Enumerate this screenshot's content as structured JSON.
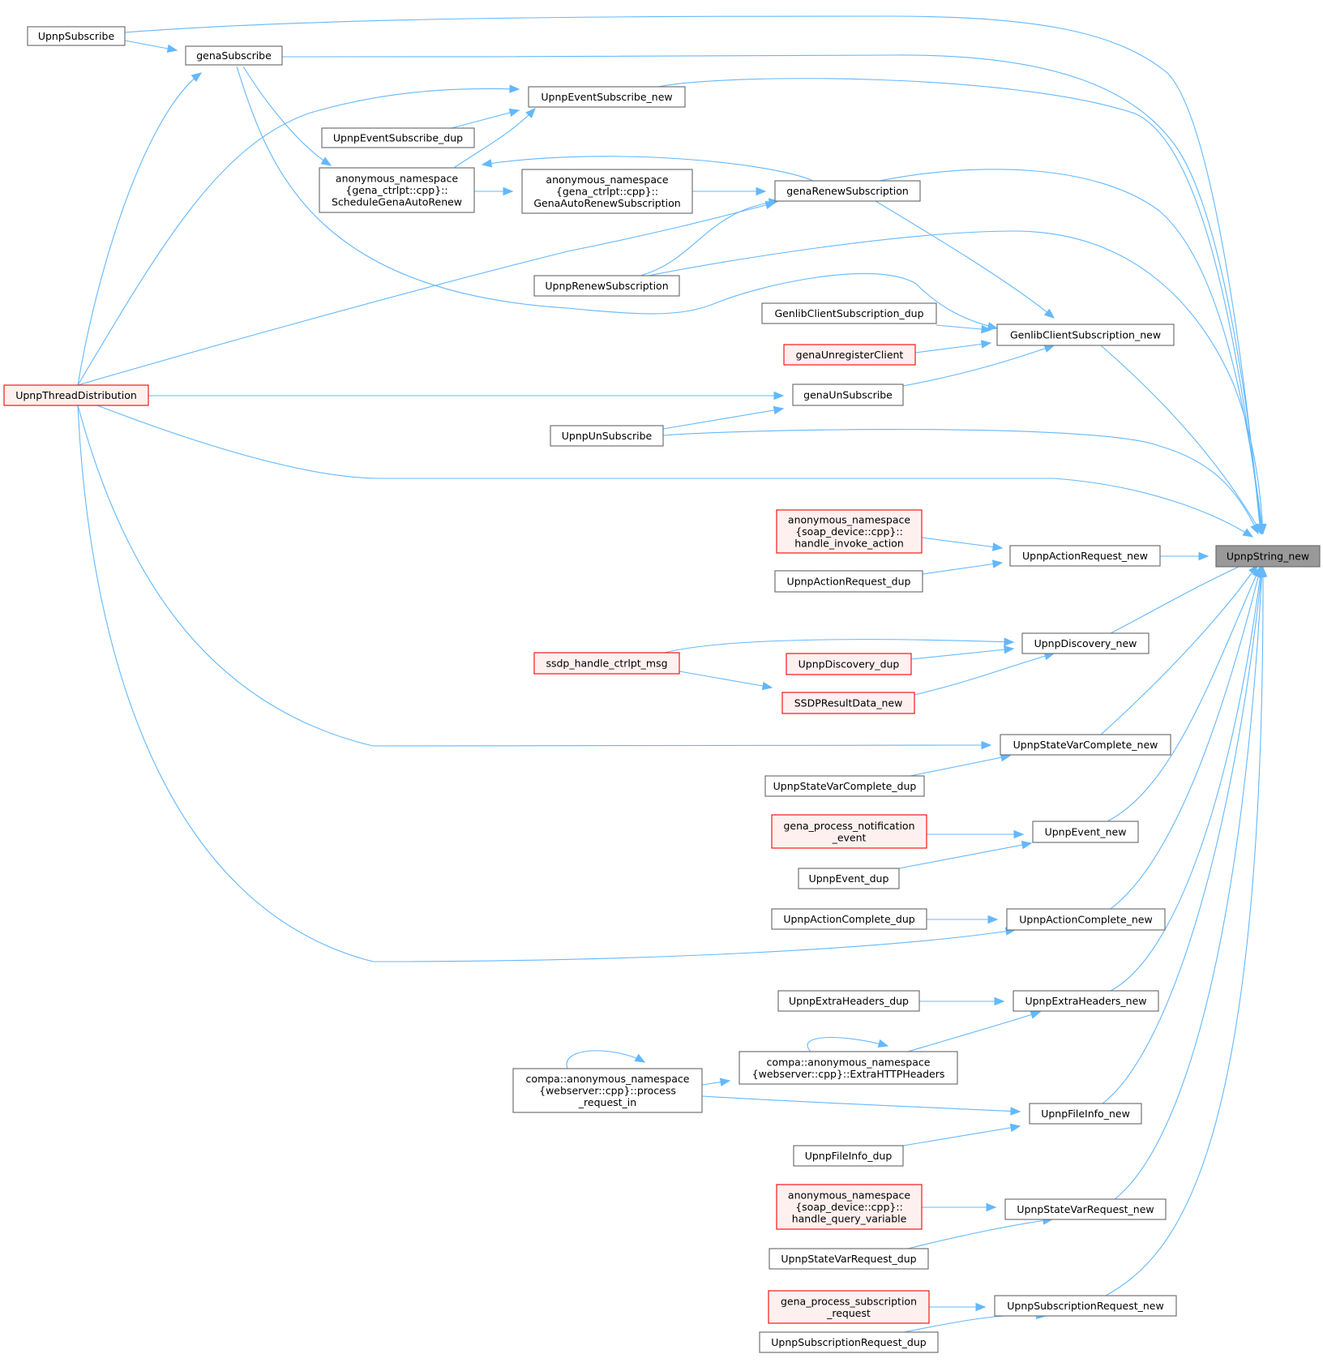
{
  "graph": {
    "nodes": {
      "upnp_string_new": {
        "lines": [
          "UpnpString_new"
        ],
        "style": "focus"
      },
      "upnp_subscribe": {
        "lines": [
          "UpnpSubscribe"
        ],
        "style": "normal"
      },
      "gena_subscribe": {
        "lines": [
          "genaSubscribe"
        ],
        "style": "normal"
      },
      "upnp_event_subscribe_new": {
        "lines": [
          "UpnpEventSubscribe_new"
        ],
        "style": "normal"
      },
      "upnp_event_subscribe_dup": {
        "lines": [
          "UpnpEventSubscribe_dup"
        ],
        "style": "normal"
      },
      "schedule_gena_auto_renew": {
        "lines": [
          "anonymous_namespace",
          "{gena_ctrlpt::cpp}::",
          "ScheduleGenaAutoRenew"
        ],
        "style": "normal"
      },
      "gena_auto_renew_subscription": {
        "lines": [
          "anonymous_namespace",
          "{gena_ctrlpt::cpp}::",
          "GenaAutoRenewSubscription"
        ],
        "style": "normal"
      },
      "gena_renew_subscription": {
        "lines": [
          "genaRenewSubscription"
        ],
        "style": "normal"
      },
      "upnp_renew_subscription": {
        "lines": [
          "UpnpRenewSubscription"
        ],
        "style": "normal"
      },
      "genlib_client_subscription_dup": {
        "lines": [
          "GenlibClientSubscription_dup"
        ],
        "style": "normal"
      },
      "genlib_client_subscription_new": {
        "lines": [
          "GenlibClientSubscription_new"
        ],
        "style": "normal"
      },
      "gena_unregister_client": {
        "lines": [
          "genaUnregisterClient"
        ],
        "style": "truncated"
      },
      "upnp_thread_distribution": {
        "lines": [
          "UpnpThreadDistribution"
        ],
        "style": "truncated"
      },
      "gena_unsubscribe": {
        "lines": [
          "genaUnSubscribe"
        ],
        "style": "normal"
      },
      "upnp_unsubscribe": {
        "lines": [
          "UpnpUnSubscribe"
        ],
        "style": "normal"
      },
      "handle_invoke_action": {
        "lines": [
          "anonymous_namespace",
          "{soap_device::cpp}::",
          "handle_invoke_action"
        ],
        "style": "truncated"
      },
      "upnp_action_request_new": {
        "lines": [
          "UpnpActionRequest_new"
        ],
        "style": "normal"
      },
      "upnp_action_request_dup": {
        "lines": [
          "UpnpActionRequest_dup"
        ],
        "style": "normal"
      },
      "upnp_discovery_new": {
        "lines": [
          "UpnpDiscovery_new"
        ],
        "style": "normal"
      },
      "ssdp_handle_ctrlpt_msg": {
        "lines": [
          "ssdp_handle_ctrlpt_msg"
        ],
        "style": "truncated"
      },
      "upnp_discovery_dup": {
        "lines": [
          "UpnpDiscovery_dup"
        ],
        "style": "truncated"
      },
      "ssdp_result_data_new": {
        "lines": [
          "SSDPResultData_new"
        ],
        "style": "truncated"
      },
      "upnp_state_var_complete_new": {
        "lines": [
          "UpnpStateVarComplete_new"
        ],
        "style": "normal"
      },
      "upnp_state_var_complete_dup": {
        "lines": [
          "UpnpStateVarComplete_dup"
        ],
        "style": "normal"
      },
      "gena_process_notification_event": {
        "lines": [
          "gena_process_notification",
          "_event"
        ],
        "style": "truncated"
      },
      "upnp_event_new": {
        "lines": [
          "UpnpEvent_new"
        ],
        "style": "normal"
      },
      "upnp_event_dup": {
        "lines": [
          "UpnpEvent_dup"
        ],
        "style": "normal"
      },
      "upnp_action_complete_dup": {
        "lines": [
          "UpnpActionComplete_dup"
        ],
        "style": "normal"
      },
      "upnp_action_complete_new": {
        "lines": [
          "UpnpActionComplete_new"
        ],
        "style": "normal"
      },
      "upnp_extra_headers_dup": {
        "lines": [
          "UpnpExtraHeaders_dup"
        ],
        "style": "normal"
      },
      "upnp_extra_headers_new": {
        "lines": [
          "UpnpExtraHeaders_new"
        ],
        "style": "normal"
      },
      "extra_http_headers": {
        "lines": [
          "compa::anonymous_namespace",
          "{webserver::cpp}::ExtraHTTPHeaders"
        ],
        "style": "normal"
      },
      "process_request_in": {
        "lines": [
          "compa::anonymous_namespace",
          "{webserver::cpp}::process",
          "_request_in"
        ],
        "style": "normal"
      },
      "upnp_file_info_new": {
        "lines": [
          "UpnpFileInfo_new"
        ],
        "style": "normal"
      },
      "upnp_file_info_dup": {
        "lines": [
          "UpnpFileInfo_dup"
        ],
        "style": "normal"
      },
      "handle_query_variable": {
        "lines": [
          "anonymous_namespace",
          "{soap_device::cpp}::",
          "handle_query_variable"
        ],
        "style": "truncated"
      },
      "upnp_state_var_request_new": {
        "lines": [
          "UpnpStateVarRequest_new"
        ],
        "style": "normal"
      },
      "upnp_state_var_request_dup": {
        "lines": [
          "UpnpStateVarRequest_dup"
        ],
        "style": "normal"
      },
      "gena_process_subscription_request": {
        "lines": [
          "gena_process_subscription",
          "_request"
        ],
        "style": "truncated"
      },
      "upnp_subscription_request_new": {
        "lines": [
          "UpnpSubscriptionRequest_new"
        ],
        "style": "normal"
      },
      "upnp_subscription_request_dup": {
        "lines": [
          "UpnpSubscriptionRequest_dup"
        ],
        "style": "normal"
      }
    },
    "edges": [
      [
        "upnp_subscribe",
        "upnp_string_new"
      ],
      [
        "gena_subscribe",
        "upnp_string_new"
      ],
      [
        "upnp_event_subscribe_new",
        "upnp_string_new"
      ],
      [
        "gena_renew_subscription",
        "upnp_string_new"
      ],
      [
        "upnp_renew_subscription",
        "upnp_string_new"
      ],
      [
        "genlib_client_subscription_new",
        "upnp_string_new"
      ],
      [
        "upnp_unsubscribe",
        "upnp_string_new"
      ],
      [
        "upnp_thread_distribution",
        "upnp_string_new"
      ],
      [
        "upnp_action_request_new",
        "upnp_string_new"
      ],
      [
        "upnp_discovery_new",
        "upnp_string_new"
      ],
      [
        "upnp_state_var_complete_new",
        "upnp_string_new"
      ],
      [
        "upnp_event_new",
        "upnp_string_new"
      ],
      [
        "upnp_action_complete_new",
        "upnp_string_new"
      ],
      [
        "upnp_extra_headers_new",
        "upnp_string_new"
      ],
      [
        "upnp_file_info_new",
        "upnp_string_new"
      ],
      [
        "upnp_state_var_request_new",
        "upnp_string_new"
      ],
      [
        "upnp_subscription_request_new",
        "upnp_string_new"
      ],
      [
        "upnp_subscribe",
        "gena_subscribe"
      ],
      [
        "upnp_thread_distribution",
        "gena_subscribe"
      ],
      [
        "gena_subscribe",
        "schedule_gena_auto_renew"
      ],
      [
        "gena_subscribe",
        "genlib_client_subscription_new"
      ],
      [
        "upnp_thread_distribution",
        "upnp_event_subscribe_new"
      ],
      [
        "upnp_event_subscribe_dup",
        "upnp_event_subscribe_new"
      ],
      [
        "schedule_gena_auto_renew",
        "upnp_event_subscribe_new"
      ],
      [
        "gena_renew_subscription",
        "schedule_gena_auto_renew"
      ],
      [
        "schedule_gena_auto_renew",
        "gena_auto_renew_subscription"
      ],
      [
        "gena_auto_renew_subscription",
        "gena_renew_subscription"
      ],
      [
        "upnp_renew_subscription",
        "gena_renew_subscription"
      ],
      [
        "upnp_thread_distribution",
        "gena_renew_subscription"
      ],
      [
        "gena_renew_subscription",
        "genlib_client_subscription_new"
      ],
      [
        "genlib_client_subscription_dup",
        "genlib_client_subscription_new"
      ],
      [
        "gena_unregister_client",
        "genlib_client_subscription_new"
      ],
      [
        "gena_unsubscribe",
        "genlib_client_subscription_new"
      ],
      [
        "upnp_thread_distribution",
        "gena_unsubscribe"
      ],
      [
        "upnp_unsubscribe",
        "gena_unsubscribe"
      ],
      [
        "handle_invoke_action",
        "upnp_action_request_new"
      ],
      [
        "upnp_action_request_dup",
        "upnp_action_request_new"
      ],
      [
        "ssdp_handle_ctrlpt_msg",
        "upnp_discovery_new"
      ],
      [
        "upnp_discovery_dup",
        "upnp_discovery_new"
      ],
      [
        "ssdp_result_data_new",
        "upnp_discovery_new"
      ],
      [
        "ssdp_handle_ctrlpt_msg",
        "ssdp_result_data_new"
      ],
      [
        "upnp_thread_distribution",
        "upnp_state_var_complete_new"
      ],
      [
        "upnp_state_var_complete_dup",
        "upnp_state_var_complete_new"
      ],
      [
        "gena_process_notification_event",
        "upnp_event_new"
      ],
      [
        "upnp_event_dup",
        "upnp_event_new"
      ],
      [
        "upnp_action_complete_dup",
        "upnp_action_complete_new"
      ],
      [
        "upnp_thread_distribution",
        "upnp_action_complete_new"
      ],
      [
        "upnp_extra_headers_dup",
        "upnp_extra_headers_new"
      ],
      [
        "extra_http_headers",
        "upnp_extra_headers_new"
      ],
      [
        "extra_http_headers",
        "extra_http_headers"
      ],
      [
        "process_request_in",
        "extra_http_headers"
      ],
      [
        "process_request_in",
        "process_request_in"
      ],
      [
        "process_request_in",
        "upnp_file_info_new"
      ],
      [
        "upnp_file_info_dup",
        "upnp_file_info_new"
      ],
      [
        "handle_query_variable",
        "upnp_state_var_request_new"
      ],
      [
        "upnp_state_var_request_dup",
        "upnp_state_var_request_new"
      ],
      [
        "gena_process_subscription_request",
        "upnp_subscription_request_new"
      ],
      [
        "upnp_subscription_request_dup",
        "upnp_subscription_request_new"
      ]
    ]
  },
  "colors": {
    "edge": "#63b8ff",
    "node_border": "#666666",
    "node_fill": "#ffffff",
    "focus_fill": "#999999",
    "truncated_border": "#ff0000",
    "truncated_fill": "#fff0f0"
  }
}
